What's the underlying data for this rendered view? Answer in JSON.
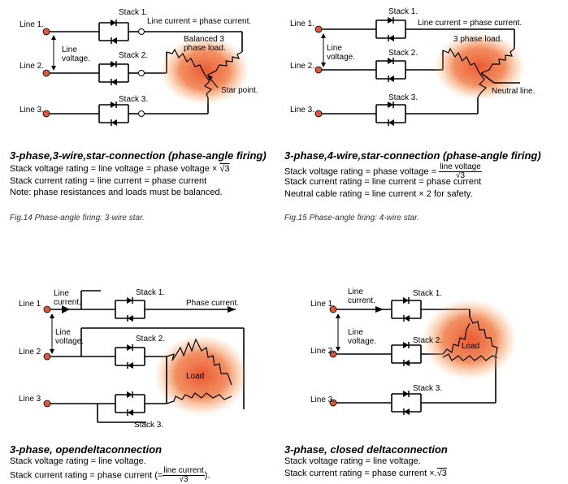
{
  "diagrams": {
    "fig14": {
      "line1": "Line 1.",
      "line2": "Line 2.",
      "line3": "Line 3.",
      "line_voltage": "Line voltage.",
      "stack1": "Stack 1.",
      "stack2": "Stack 2.",
      "stack3": "Stack 3.",
      "line_current": "Line current = phase current.",
      "load": "Balanced 3 phase load.",
      "star_point": "Star point."
    },
    "fig15": {
      "line1": "Line 1.",
      "line2": "Line 2.",
      "line3": "Line 3.",
      "line_voltage": "Line voltage.",
      "stack1": "Stack 1.",
      "stack2": "Stack 2.",
      "stack3": "Stack 3.",
      "line_current": "Line current = phase current.",
      "load": "3 phase load.",
      "neutral": "Neutral line."
    },
    "open_delta": {
      "line1": "Line 1",
      "line2": "Line 2",
      "line3": "Line 3",
      "line_current": "Line current.",
      "line_voltage": "Line voltage.",
      "stack1": "Stack 1.",
      "stack2": "Stack 2.",
      "stack3": "Stack 3.",
      "phase_current": "Phase current.",
      "load": "Load"
    },
    "closed_delta": {
      "line1": "Line 1.",
      "line2": "Line 2.",
      "line3": "Line 3.",
      "line_current": "Line current.",
      "line_voltage": "Line voltage.",
      "stack1": "Stack 1.",
      "stack2": "Stack 2.",
      "stack3": "Stack 3.",
      "load": "Load"
    }
  },
  "sections": {
    "star3": {
      "heading": "3-phase,3-wire,star-connection (phase-angle firing)",
      "l1": "Stack voltage rating = line voltage = phase voltage × ",
      "l1_sqrt": "√3",
      "l2": "Stack current rating = line current = phase current",
      "l3": "Note: phase resistances and loads must be balanced.",
      "caption": "Fig.14 Phase-angle firing: 3-wire star."
    },
    "star4": {
      "heading": "3-phase,4-wire,star-connection (phase-angle firing)",
      "l1": "Stack voltage rating = phase voltage = ",
      "l1_num": "line voltage",
      "l1_den": "√3",
      "l2": "Stack current rating = line current = phase current",
      "l3": "Neutral cable rating = line current × 2 for safety.",
      "caption": "Fig.15 Phase-angle firing: 4-wire star."
    },
    "open_delta": {
      "heading": "3-phase, opendeltaconnection",
      "l1": "Stack voltage rating = line voltage.",
      "l2": "Stack current rating = phase current (=",
      "l2_num": "line current",
      "l2_den": "√3",
      "l2_end": ")."
    },
    "closed_delta": {
      "heading": "3-phase, closed deltaconnection",
      "l1": "Stack voltage rating = line voltage.",
      "l2": "Stack current rating = phase current ×.",
      "l2_sqrt": "√3"
    }
  },
  "colors": {
    "terminal": "#d9593a",
    "heat": "#e8502a",
    "wire": "#000000"
  }
}
